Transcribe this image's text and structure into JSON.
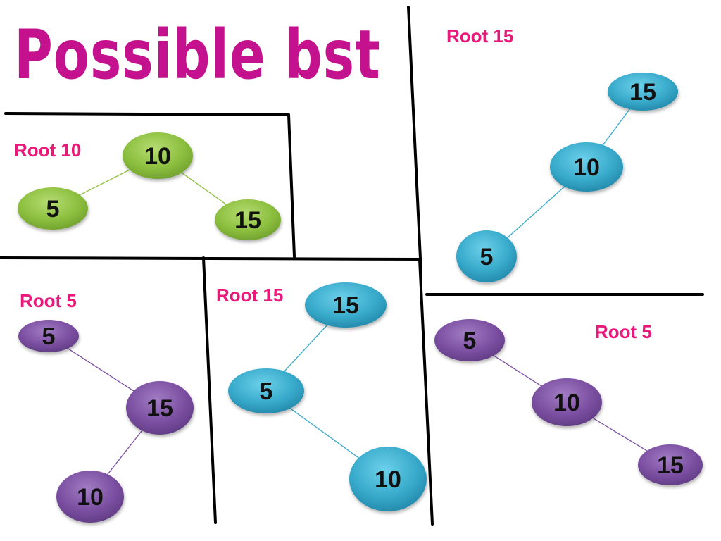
{
  "title": "Possible bst",
  "colors": {
    "title": "#c4128f",
    "root_label": "#e8197a",
    "divider": "#000000",
    "green": "#8cbf3f",
    "blue": "#38aacb",
    "purple": "#7b4fa1"
  },
  "panels": [
    {
      "label": "Root 10",
      "palette": "green",
      "nodes": [
        {
          "id": "a10",
          "text": "10"
        },
        {
          "id": "a5",
          "text": "5"
        },
        {
          "id": "a15",
          "text": "15"
        }
      ],
      "edges": [
        [
          "a10",
          "a5"
        ],
        [
          "a10",
          "a15"
        ]
      ]
    },
    {
      "label": "Root 15",
      "palette": "blue",
      "nodes": [
        {
          "id": "b15",
          "text": "15"
        },
        {
          "id": "b10",
          "text": "10"
        },
        {
          "id": "b5",
          "text": "5"
        }
      ],
      "edges": [
        [
          "b15",
          "b10"
        ],
        [
          "b10",
          "b5"
        ]
      ]
    },
    {
      "label": "Root 5",
      "palette": "purple",
      "nodes": [
        {
          "id": "c5",
          "text": "5"
        },
        {
          "id": "c15",
          "text": "15"
        },
        {
          "id": "c10",
          "text": "10"
        }
      ],
      "edges": [
        [
          "c5",
          "c15"
        ],
        [
          "c15",
          "c10"
        ]
      ]
    },
    {
      "label": "Root 15",
      "palette": "blue",
      "nodes": [
        {
          "id": "d15",
          "text": "15"
        },
        {
          "id": "d5",
          "text": "5"
        },
        {
          "id": "d10",
          "text": "10"
        }
      ],
      "edges": [
        [
          "d15",
          "d5"
        ],
        [
          "d5",
          "d10"
        ]
      ]
    },
    {
      "label": "Root 5",
      "palette": "purple",
      "nodes": [
        {
          "id": "e5",
          "text": "5"
        },
        {
          "id": "e10",
          "text": "10"
        },
        {
          "id": "e15",
          "text": "15"
        }
      ],
      "edges": [
        [
          "e5",
          "e10"
        ],
        [
          "e10",
          "e15"
        ]
      ]
    }
  ]
}
